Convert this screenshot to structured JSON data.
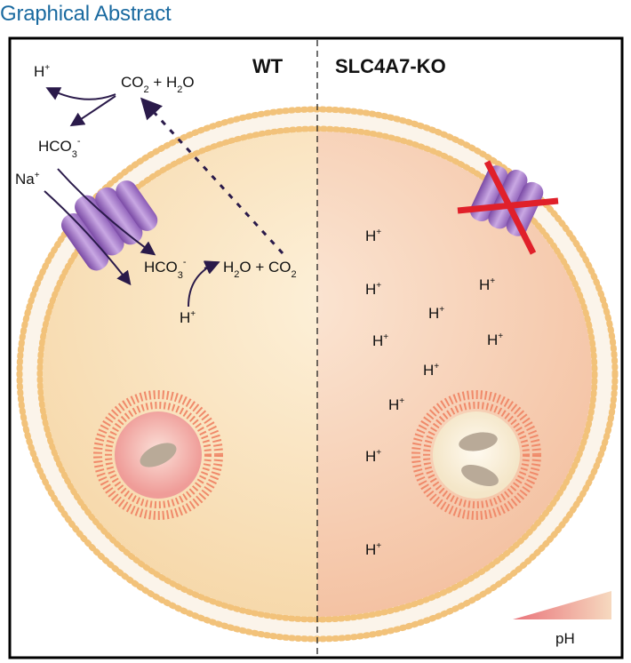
{
  "header": {
    "title": "Graphical Abstract"
  },
  "panels": {
    "left": "WT",
    "right": "SLC4A7-KO"
  },
  "wt_labels": {
    "h_plus_top": {
      "base": "H",
      "sup": "+"
    },
    "co2_h2o": {
      "p1": "CO",
      "s1": "2",
      "p2": " + H",
      "s2": "2",
      "p3": "O"
    },
    "hco3_top": {
      "base": "HCO",
      "sub": "3",
      "sup": "-"
    },
    "na_plus": {
      "base": "Na",
      "sup": "+"
    },
    "hco3_in": {
      "base": "HCO",
      "sub": "3",
      "sup": "-"
    },
    "h2o_co2": {
      "p1": "H",
      "s1": "2",
      "p2": "O + CO",
      "s2": "2"
    },
    "h_plus_in": {
      "base": "H",
      "sup": "+"
    }
  },
  "ko_protons": {
    "base": "H",
    "sup": "+",
    "count": 10
  },
  "legend": {
    "label": "pH",
    "colors": [
      "#e9737a",
      "#f6d9bf"
    ]
  },
  "colors": {
    "title": "#1a6aa0",
    "membrane": "#f2c27a",
    "transporter": "#9a6dbd",
    "cross": "#e0202a",
    "arrow": "#2a1a4a"
  }
}
